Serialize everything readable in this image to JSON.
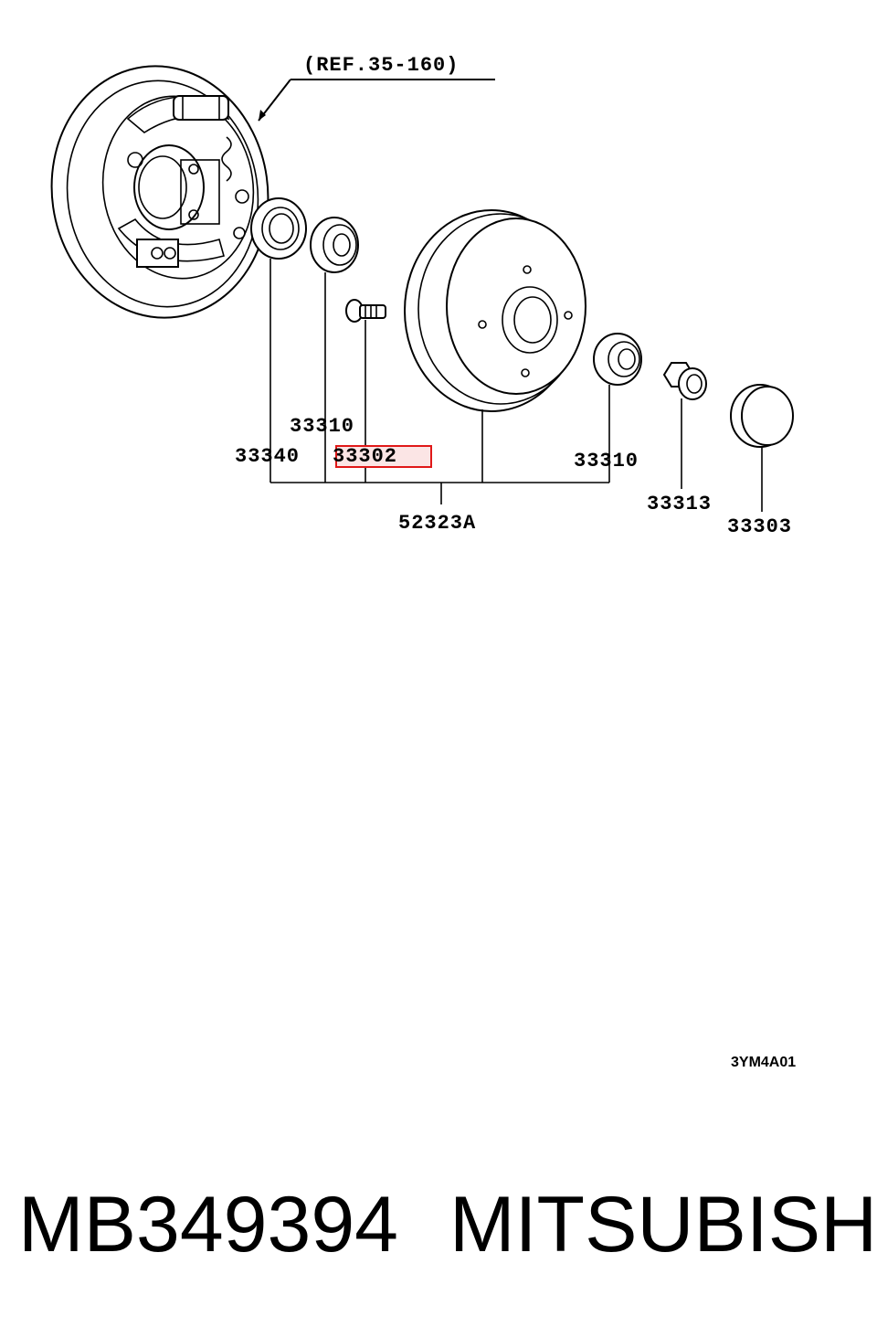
{
  "diagram": {
    "reference_label": "(REF.35-160)",
    "drawing_code": "3YM4A01",
    "parts": {
      "oil_seal": "33340",
      "inner_bearing": "33310",
      "hub_bolt": "33302",
      "outer_bearing": "33310",
      "hub_nut": "33313",
      "grease_cap": "33303",
      "drum_assembly": "52323A"
    },
    "highlighted_part": "33302",
    "highlight_color": "#e01818"
  },
  "footer": {
    "part_number": "MB349394",
    "brand": "MITSUBISHI"
  }
}
